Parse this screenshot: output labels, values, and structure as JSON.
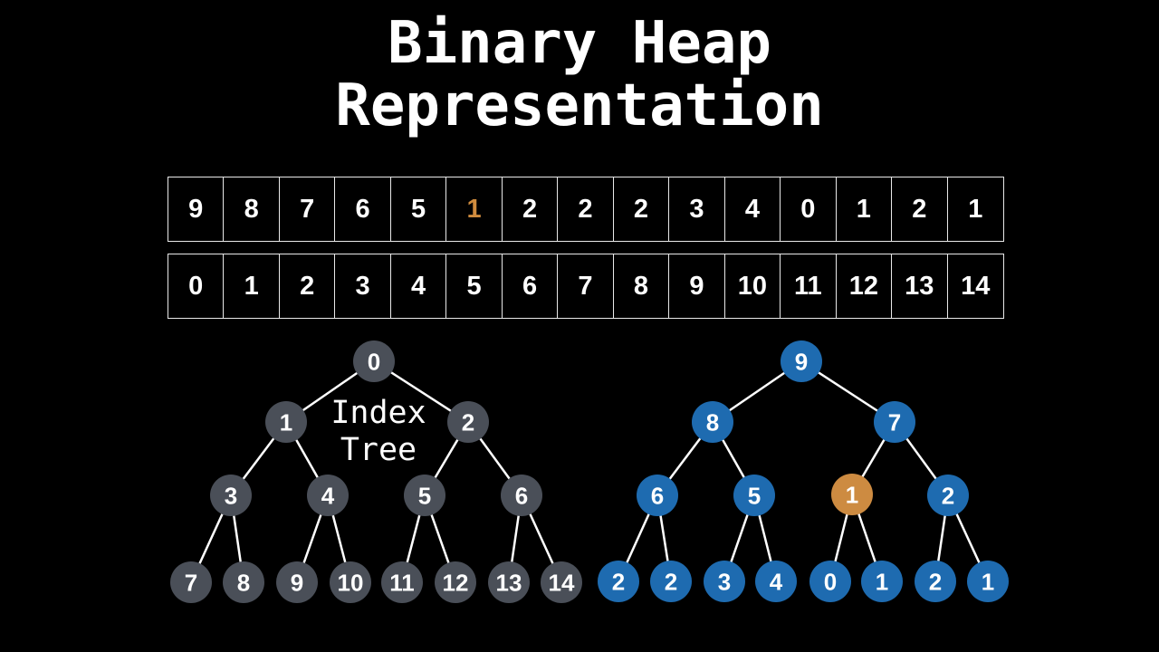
{
  "title": {
    "line1": "Binary Heap",
    "line2": "Representation"
  },
  "array_table": {
    "values_row": [
      "9",
      "8",
      "7",
      "6",
      "5",
      "1",
      "2",
      "2",
      "2",
      "3",
      "4",
      "0",
      "1",
      "2",
      "1"
    ],
    "highlight_index": 5,
    "indices_row": [
      "0",
      "1",
      "2",
      "3",
      "4",
      "5",
      "6",
      "7",
      "8",
      "9",
      "10",
      "11",
      "12",
      "13",
      "14"
    ]
  },
  "index_tree": {
    "label_line1": "Index",
    "label_line2": "Tree",
    "node_color": "#4a4f58",
    "levels": [
      [
        "0"
      ],
      [
        "1",
        "2"
      ],
      [
        "3",
        "4",
        "5",
        "6"
      ],
      [
        "7",
        "8",
        "9",
        "10",
        "11",
        "12",
        "13",
        "14"
      ]
    ]
  },
  "value_tree": {
    "node_color": "#1e6bb0",
    "highlight_color": "#cd8b41",
    "highlight_node": {
      "level": 2,
      "index": 2
    },
    "levels": [
      [
        "9"
      ],
      [
        "8",
        "7"
      ],
      [
        "6",
        "5",
        "1",
        "2"
      ],
      [
        "2",
        "2",
        "3",
        "4",
        "0",
        "1",
        "2",
        "1"
      ]
    ]
  },
  "colors": {
    "background": "#000000",
    "text": "#ffffff",
    "edge": "#ffffff",
    "cell_border": "#e9e9e9",
    "highlight_text": "#d08c3e"
  }
}
